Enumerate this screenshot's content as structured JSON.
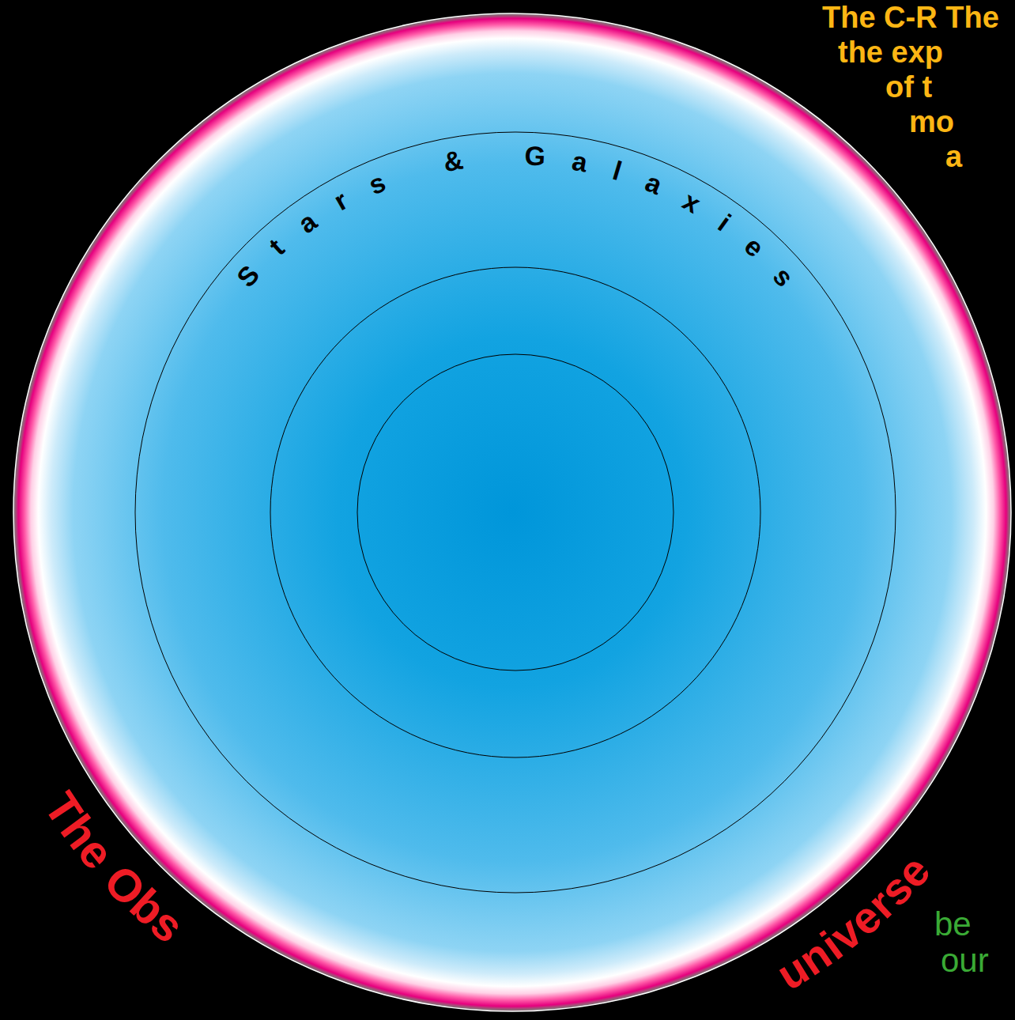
{
  "diagram": {
    "nodes": [
      {
        "text": [
          "Stars & Galaxies"
        ]
      }
    ],
    "labels": [
      "The C-R The",
      "the exp",
      "of t",
      "mo",
      "a",
      "The Obs",
      "universe",
      "be",
      "our"
    ]
  }
}
